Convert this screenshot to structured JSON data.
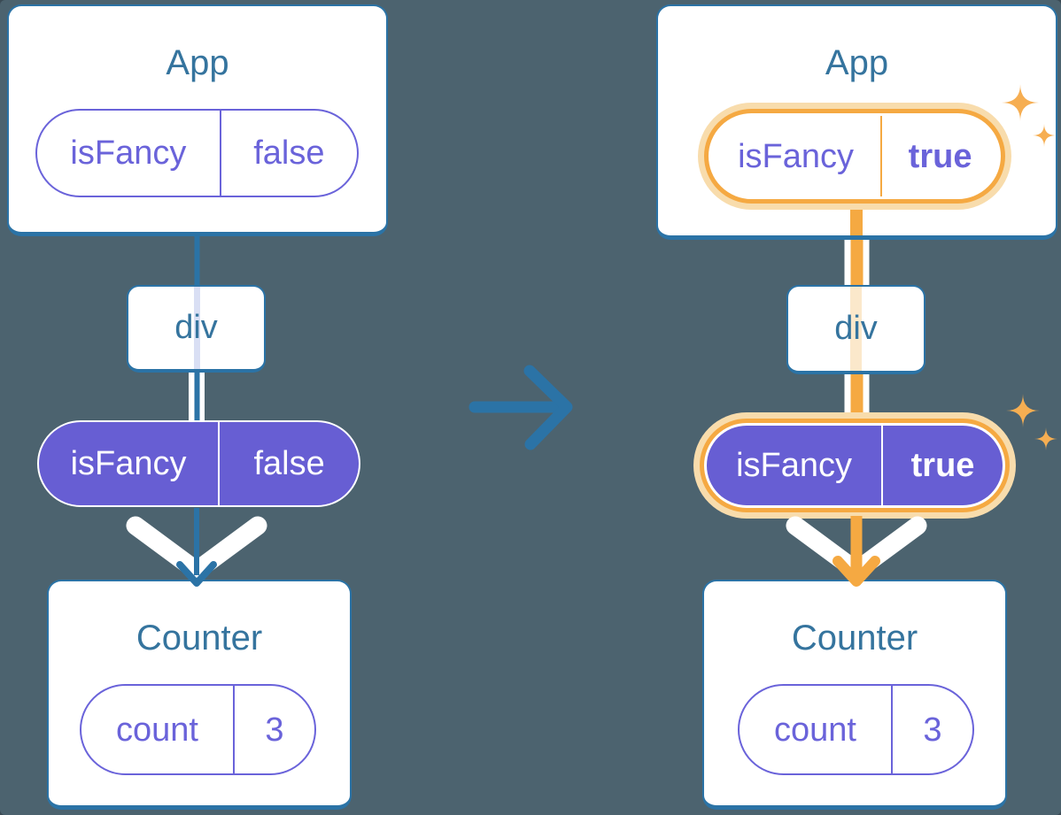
{
  "canvas": {
    "background": "#4C636F"
  },
  "colors": {
    "teal_accent": "#2B73A6",
    "title_text": "#35749E",
    "purple_fill": "#675ED3",
    "purple_outline": "#6A63DA",
    "highlight_orange": "#F5A942",
    "highlight_glow": "#F8DCAC",
    "sparkle": "#F6AE52",
    "card_background": "#FFFFFF"
  },
  "before": {
    "app": {
      "title": "App",
      "pill": {
        "key": "isFancy",
        "value": "false"
      }
    },
    "div": {
      "label": "div"
    },
    "prop": {
      "key": "isFancy",
      "value": "false"
    },
    "counter": {
      "title": "Counter",
      "pill": {
        "key": "count",
        "value": "3"
      }
    }
  },
  "after": {
    "app": {
      "title": "App",
      "pill": {
        "key": "isFancy",
        "value": "true"
      }
    },
    "div": {
      "label": "div"
    },
    "prop": {
      "key": "isFancy",
      "value": "true"
    },
    "counter": {
      "title": "Counter",
      "pill": {
        "key": "count",
        "value": "3"
      }
    }
  }
}
